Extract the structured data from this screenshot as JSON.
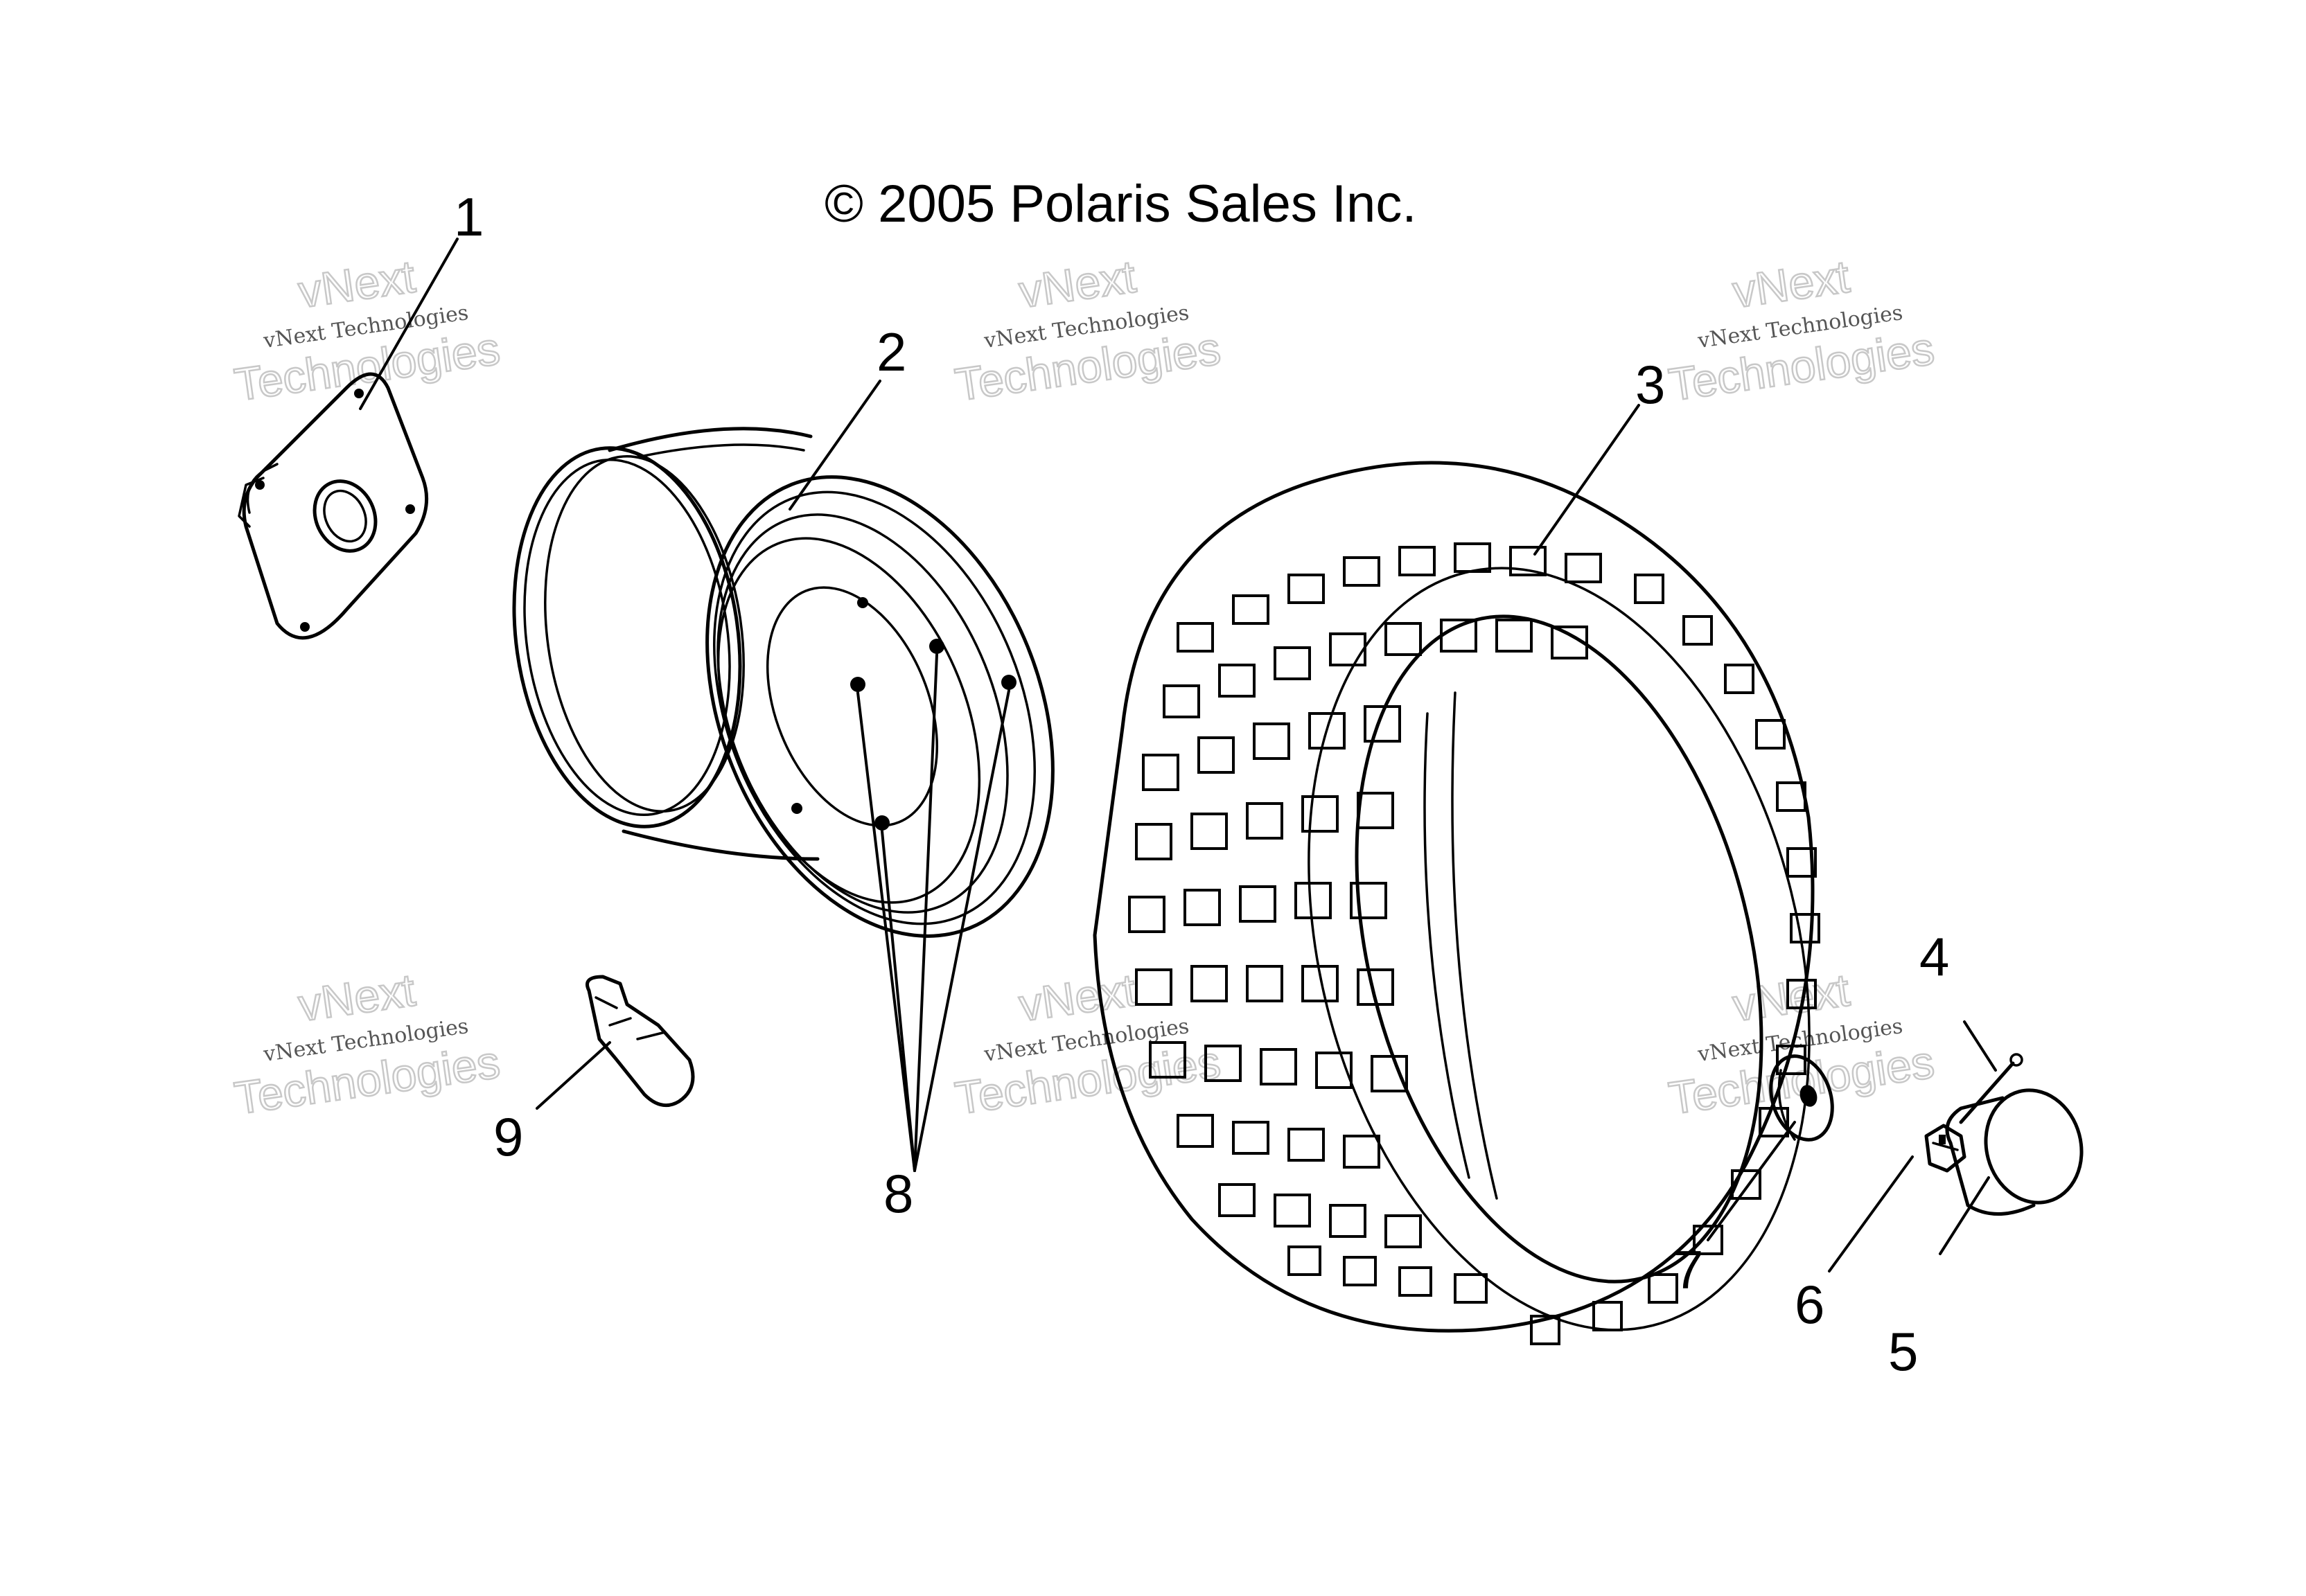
{
  "copyright": "© 2005 Polaris Sales Inc.",
  "watermark": {
    "line1": "vNext",
    "line2": "vNext Technologies",
    "line3": "Technologies"
  },
  "callouts": [
    {
      "id": "1",
      "label": "1",
      "part": "hub-plate"
    },
    {
      "id": "2",
      "label": "2",
      "part": "wheel-rim"
    },
    {
      "id": "3",
      "label": "3",
      "part": "tire"
    },
    {
      "id": "4",
      "label": "4",
      "part": "cotter-pin"
    },
    {
      "id": "5",
      "label": "5",
      "part": "hub-cap"
    },
    {
      "id": "6",
      "label": "6",
      "part": "castle-nut"
    },
    {
      "id": "7",
      "label": "7",
      "part": "washer"
    },
    {
      "id": "8",
      "label": "8",
      "part": "lug-nuts"
    },
    {
      "id": "9",
      "label": "9",
      "part": "valve-stem"
    }
  ],
  "colors": {
    "ink": "#000000",
    "background": "#ffffff",
    "watermark_outline": "#c8c8c8",
    "watermark_text": "#555555"
  }
}
